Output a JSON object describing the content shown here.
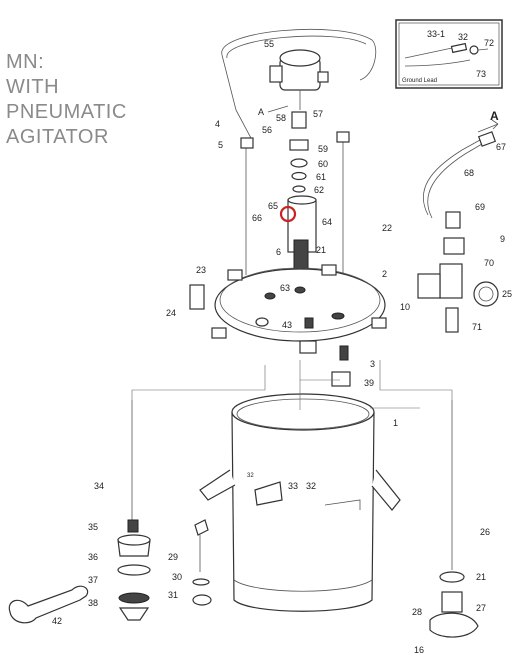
{
  "title_lines": [
    "MN:",
    "WITH",
    "PNEUMATIC",
    "AGITATOR"
  ],
  "inset": {
    "labels": [
      "33-1",
      "32",
      "72",
      "73"
    ],
    "caption": "Ground Lead"
  },
  "arrow_label": "A",
  "highlight_color": "#cc2222",
  "parts": {
    "p1": "1",
    "p2": "2",
    "p3": "3",
    "p4": "4",
    "p5": "5",
    "p6": "6",
    "p9": "9",
    "p10": "10",
    "p16": "16",
    "p21a": "21",
    "p21b": "21",
    "p22": "22",
    "p23": "23",
    "p24": "24",
    "p25": "25",
    "p26": "26",
    "p27": "27",
    "p28": "28",
    "p29": "29",
    "p30": "30",
    "p31": "31",
    "p32a": "32",
    "p32b": "32",
    "p33": "33",
    "p34": "34",
    "p35": "35",
    "p36": "36",
    "p37": "37",
    "p38": "38",
    "p39": "39",
    "p42": "42",
    "p43": "43",
    "p55": "55",
    "p56": "56",
    "p57": "57",
    "p58": "58",
    "p59": "59",
    "p60": "60",
    "p61": "61",
    "p62": "62",
    "p63": "63",
    "p64": "64",
    "p65": "65",
    "p66": "66",
    "p67": "67",
    "p68": "68",
    "p69": "69",
    "p70": "70",
    "p71": "71"
  }
}
